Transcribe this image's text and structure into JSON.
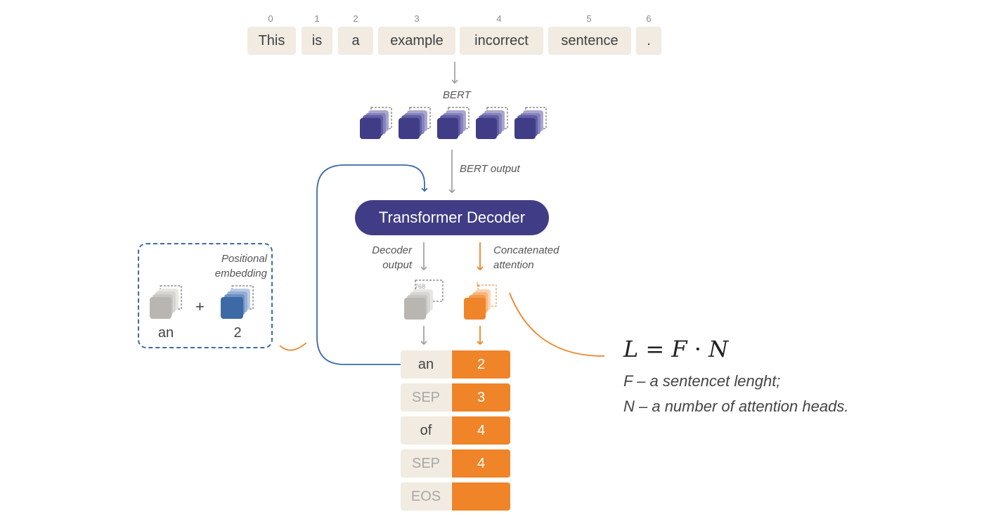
{
  "input_tokens": [
    {
      "index": "0",
      "text": "This"
    },
    {
      "index": "1",
      "text": "is"
    },
    {
      "index": "2",
      "text": "a"
    },
    {
      "index": "3",
      "text": "example"
    },
    {
      "index": "4",
      "text": "incorrect"
    },
    {
      "index": "5",
      "text": "sentence"
    },
    {
      "index": "6",
      "text": "."
    }
  ],
  "bert_label": "BERT",
  "bert_output_label": "BERT output",
  "decoder_label": "Transformer Decoder",
  "decoder_output_label": [
    "Decoder",
    "output"
  ],
  "concat_attention_label": [
    "Concatenated",
    "attention"
  ],
  "decoder_dim": "768",
  "attention_dim": "L",
  "output_rows": [
    {
      "word": "an",
      "num": "2",
      "word_color": "#444444"
    },
    {
      "word": "SEP",
      "num": "3",
      "word_color": "#a8a8a8"
    },
    {
      "word": "of",
      "num": "4",
      "word_color": "#444444"
    },
    {
      "word": "SEP",
      "num": "4",
      "word_color": "#a8a8a8"
    },
    {
      "word": "EOS",
      "num": "",
      "word_color": "#a8a8a8"
    }
  ],
  "positional": {
    "title": [
      "Positional",
      "embedding"
    ],
    "word": "an",
    "plus": "+",
    "position": "2"
  },
  "formula": {
    "lhs": "L",
    "eq": "=",
    "f": "F",
    "dot": "·",
    "n": "N"
  },
  "legend": [
    "F – a sentencet lenght;",
    "N – a number of attention heads."
  ],
  "colors": {
    "bert_purple": "#403c86",
    "orange": "#ef8428",
    "blue": "#3d6aa6",
    "gray": "#b9b6b2",
    "token_bg": "#f1ebe1"
  }
}
